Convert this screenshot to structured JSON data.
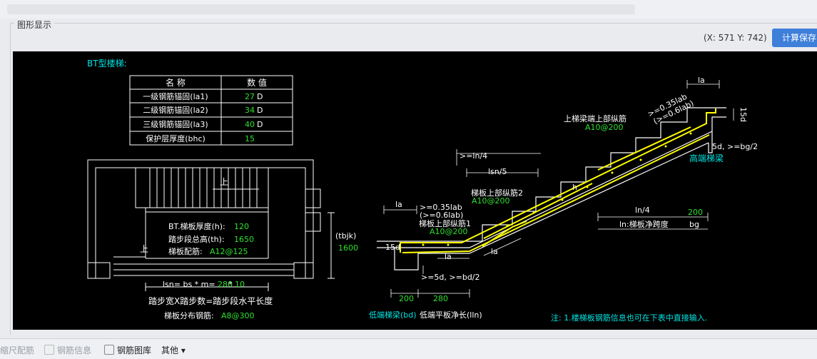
{
  "window": {
    "panel_title": "图形显示",
    "coords": "(X: 571 Y: 742)",
    "calc_button": "计算保存"
  },
  "table": {
    "title": "BT型楼梯:",
    "headers": [
      "名 称",
      "数 值"
    ],
    "rows": [
      {
        "name": "一级钢筋锚固(la1)",
        "value": "27",
        "unit": "D"
      },
      {
        "name": "二级钢筋锚固(la2)",
        "value": "34",
        "unit": "D"
      },
      {
        "name": "三级钢筋锚固(la3)",
        "value": "40",
        "unit": "D"
      },
      {
        "name": "保护层厚度(bhc)",
        "value": "15",
        "unit": ""
      }
    ]
  },
  "plan": {
    "up1": "上",
    "up2": "上",
    "thickness_label": "BT.梯板厚度(h):",
    "thickness_value": "120",
    "height_label": "踏步段总高(th):",
    "height_value": "1650",
    "rebar_label": "梯板配筋:",
    "rebar_value": "A12@125",
    "tbjk_label": "(tbjk)",
    "tbjk_value": "1600",
    "lsn_label": "lsn= bs * m=",
    "lsn_bs": "280",
    "lsn_star": "*",
    "lsn_m": "10",
    "formula": "踏步宽X踏步数=踏步段水平长度",
    "dist_label": "梯板分布钢筋:",
    "dist_value": "A8@300"
  },
  "section": {
    "la_top": "la",
    "rebar_ann1": ">=0.35lab",
    "rebar_ann2": "(>=0.6lab)",
    "d15_right": "15d",
    "upper_beam_label": "上梯梁端上部纵筋",
    "upper_beam_value": "A10@200",
    "d5_right": "5d, >=bg/2",
    "high_beam": "高端梯梁",
    "ln4_top": ">=ln/4",
    "lsn5": "lsn/5",
    "top_rebar2_label": "梯板上部纵筋2",
    "top_rebar2_value": "A10@200",
    "h_mark": "h",
    "la_left": "la",
    "ann_left1": ">=0.35lab",
    "ann_left2": "(>=0.6lab)",
    "top_rebar1_label": "梯板上部纵筋1",
    "top_rebar1_value": "A10@200",
    "d15_left": "15d",
    "la_bottom1": "la",
    "la_bottom2": "la",
    "d5_left": ">=5d, >=bd/2",
    "ln4_right": "ln/4",
    "bg_value": "200",
    "ln_label": "ln:梯板净跨度",
    "bg_label": "bg",
    "bottom_200": "200",
    "bottom_280": "280",
    "low_beam": "低端梯梁(bd)",
    "low_flat": "低端平板净长(lln)",
    "note": "注: 1.楼梯板钢筋信息也可在下表中直接输入."
  },
  "toolbar": {
    "item1": "缩尺配筋",
    "item2": "钢筋信息",
    "item3": "钢筋图库",
    "item4": "其他 ▾"
  },
  "colors": {
    "canvas": "#000000",
    "cyan": "#00e5e5",
    "green": "#2ee02e",
    "yellow": "#ffff00",
    "white": "#ffffff",
    "button": "#3d7fd9"
  }
}
